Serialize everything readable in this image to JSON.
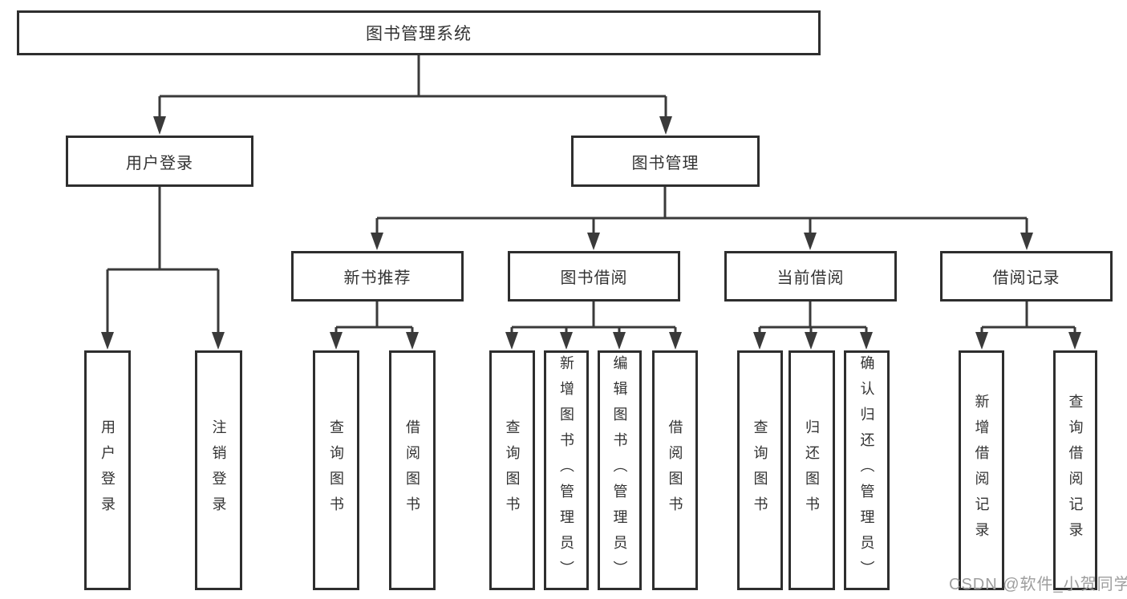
{
  "tree": {
    "label": "图书管理系统",
    "children": [
      {
        "label": "用户登录",
        "children": [
          {
            "label": "用户登录"
          },
          {
            "label": "注销登录"
          }
        ]
      },
      {
        "label": "图书管理",
        "children": [
          {
            "label": "新书推荐",
            "children": [
              {
                "label": "查询图书"
              },
              {
                "label": "借阅图书"
              }
            ]
          },
          {
            "label": "图书借阅",
            "children": [
              {
                "label": "查询图书"
              },
              {
                "label": "新增图书（管理员）"
              },
              {
                "label": "编辑图书（管理员）"
              },
              {
                "label": "借阅图书"
              }
            ]
          },
          {
            "label": "当前借阅",
            "children": [
              {
                "label": "查询图书"
              },
              {
                "label": "归还图书"
              },
              {
                "label": "确认归还（管理员）"
              }
            ]
          },
          {
            "label": "借阅记录",
            "children": [
              {
                "label": "新增借阅记录"
              },
              {
                "label": "查询借阅记录"
              }
            ]
          }
        ]
      }
    ]
  },
  "watermark": {
    "text": "CSDN @软件_小贺同学"
  },
  "colors": {
    "line": "#3a3a3a",
    "box_border": "#2e2e2e",
    "text": "#333333",
    "watermark": "#9e9e9e",
    "background": "#ffffff"
  }
}
